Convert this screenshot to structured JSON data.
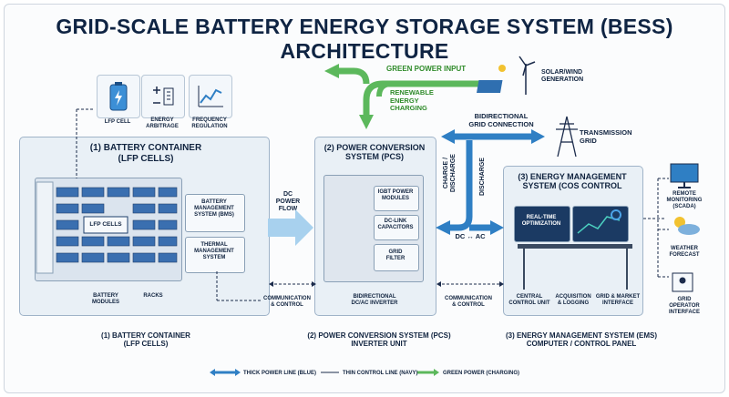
{
  "title": "GRID-SCALE BATTERY ENERGY STORAGE SYSTEM (BESS) ARCHITECTURE",
  "top_icons": [
    {
      "label": "LFP CELL",
      "icon": "battery-cell-icon"
    },
    {
      "label": "ENERGY\nARBITRAGE",
      "icon": "arbitrage-icon"
    },
    {
      "label": "FREQUENCY\nREGULATION",
      "icon": "chart-trend-icon"
    }
  ],
  "green": {
    "input": "GREEN POWER INPUT",
    "charging": "RENEWABLE\nENERGY\nCHARGING",
    "source": "SOLAR/WIND\nGENERATION"
  },
  "grid": {
    "connection": "BIDIRECTIONAL\nGRID CONNECTION",
    "transmission": "TRANSMISSION\nGRID",
    "charge_discharge": "CHARGE /\nDISCHARGE",
    "discharge": "DISCHARGE",
    "dc_ac": "DC ↔ AC"
  },
  "battery": {
    "header": "(1) BATTERY CONTAINER\n(LFP CELLS)",
    "lfp_cells": "LFP CELLS",
    "bms": "BATTERY\nMANAGEMENT\nSYSTEM (BMS)",
    "thermal": "THERMAL\nMANAGEMENT\nSYSTEM",
    "modules": "BATTERY\nMODULES",
    "racks": "RACKS",
    "caption": "(1) BATTERY CONTAINER\n(LFP CELLS)"
  },
  "dc_flow": "DC\nPOWER\nFLOW",
  "comm1": "COMMUNICATION\n& CONTROL",
  "pcs": {
    "header": "(2) POWER CONVERSION\nSYSTEM (PCS)",
    "igbt": "IGBT POWER\nMODULES",
    "dclink": "DC-LINK\nCAPACITORS",
    "filter": "GRID\nFILTER",
    "inverter": "BIDIRECTIONAL\nDC/AC INVERTER",
    "caption": "(2) POWER CONVERSION SYSTEM (PCS)\nINVERTER UNIT"
  },
  "comm2": "COMMUNICATION\n& CONTROL",
  "ems": {
    "header": "(3) ENERGY MANAGEMENT\nSYSTEM (COS CONTROL",
    "realtime": "REAL-TIME\nOPTIMIZATION",
    "central": "CENTRAL\nCONTROL UNIT",
    "acq": "ACQUISITION\n& LOGGING",
    "market": "GRID & MARKET\nINTERFACE",
    "caption": "(3) ENERGY MANAGEMENT SYSTEM (EMS)\nCOMPUTER / CONTROL PANEL"
  },
  "side": [
    {
      "label": "REMOTE\nMONITORING\n(SCADA)",
      "icon": "monitor-icon"
    },
    {
      "label": "WEATHER\nFORECAST",
      "icon": "weather-icon"
    },
    {
      "label": "GRID\nOPERATOR\nINTERFACE",
      "icon": "operator-icon"
    }
  ],
  "legend": {
    "blue": "THICK POWER LINE (BLUE)",
    "navy": "THIN CONTROL LINE (NAVY)",
    "green": "GREEN POWER (CHARGING)"
  },
  "colors": {
    "power_blue": "#2f7fc4",
    "green": "#5cb85c",
    "navy": "#1b2b4b"
  }
}
